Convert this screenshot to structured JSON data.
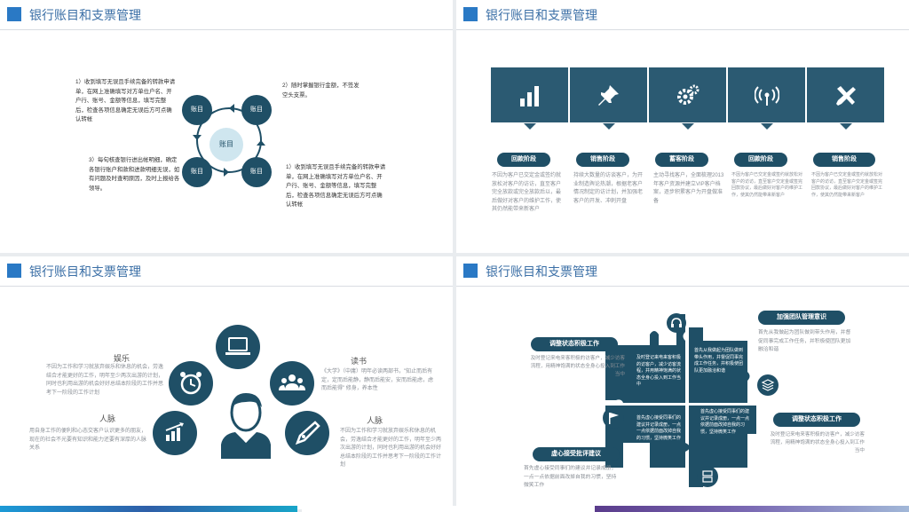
{
  "slide_title": "银行账目和支票管理",
  "s1": {
    "center": "账目",
    "seg_top_left": "账目",
    "seg_top_right": "账目",
    "seg_bottom_left": "账目",
    "seg_bottom_right": "账目",
    "text_tl": "1）收到填写无误且手续完备的转款申请单，在网上准确填写对方单位户名、开户行、账号、金额等信息，填写完整后，检查各项信息确定无误后方可点确认转帐",
    "text_tr": "2）随时掌握银行金额，不签发空头支票。",
    "text_bl": "3）每旬核查银行进出帐明细，确定各银行账户和款和进款明细无误，如有问题及时查明原因，及时上报给各领导。",
    "text_br": "1）收到填写无误且手续完备的转款申请单，在网上准确填写对方单位户名、开户行、账号、金额等信息，填写完整后，检查各项信息确定无误后方可点确认转帐"
  },
  "s2": {
    "icons": [
      "bar-chart-icon",
      "pushpin-icon",
      "gears-icon",
      "wireless-signal-icon",
      "tools-icon"
    ],
    "stages": [
      {
        "label": "回款阶段",
        "text": "不因为客户已交定金或签约就放松对客户的访访，直至客户完全放款或完全放款后以，最后做好对客户的维护工作，使其仍然能带来新客户"
      },
      {
        "label": "销售阶段",
        "text": "持续大数量的访谈客户，为开业制造舆论热潮，根据老客户情况制定的访计划，并加强老客户的开发、冲刺开盘"
      },
      {
        "label": "蓄客阶段",
        "text": "主动寻找客户，全面梳理2013年客户资源并建立VIP客户档案，逐步积累客户为开盘做准备"
      },
      {
        "label": "回款阶段",
        "text": "不因为客户已交定金或签约就放松对客户的访访，直至客户交定金或签完回款协议，最后做好对客户的维护工作，使其仍然能带来新客户"
      },
      {
        "label": "销售阶段",
        "text": "不因为客户已交定金或签约就放松对客户的访访，直至客户交定金或签完回款协议，最后做好对客户的维护工作，使其仍然能带来新客户"
      }
    ]
  },
  "s3": {
    "h_yule": "娱乐",
    "t_yule": "不因为工作和学习就放弃娱乐和休息的机会，劳逸结合才能更好的工作，明年至少两次出游的计划，同时也利用出游的机会好好总结本阶段的工作并思考下一阶段的工作计划",
    "h_dushu": "读书",
    "t_dushu": "《大学》（中庸）明年必读两部书，\"知止而后有定，定而后能静，静而后能安，安而后能虑，虑而后能得\" 修身，养本性",
    "h_renmai1": "人脉",
    "t_renmai1": "用自身工作的便利和心态交客户认识更多的朋友，现在的社会不光要有知识和能力还要有深厚的人脉关系",
    "h_renmai2": "人脉",
    "t_renmai2": "不因为工作和学习就放弃娱乐和休息的机会，劳逸结合才能更好的工作，明年至少两次出游的计划，同时也利用出游的机会好好总结本阶段的工作并思考下一阶段的工作计划"
  },
  "s4": {
    "pill_tl": "调整状态积极工作",
    "text_tl": "及时登记来电来客积极的访客户，减少访客流程，用精神饱满的状态全身心投入到工作当中",
    "pill_tr": "加强团队管理意识",
    "text_tr": "首先从我做起为团队做到带头作用，并督促同事完成工作任务，并积极使团队更加融洽和谐",
    "pill_bl": "虚心接受批评建议",
    "text_bl": "首先虚心接受同事们的建议并记录成册，一点一点依据前面改掉自我的习惯，坚持微笑工作",
    "pill_br": "调整状态积极工作",
    "text_br": "及时登记来电来客积极的访客户，减少访客流程，用精神饱满的状态全身心投入到工作当中",
    "q1": "及时登记来电来客积极的访客户，减少访客流程，并用精神饱满的状态全身心投入到工作当中",
    "q2": "首先从我做起为团队做到带头作用，并督促同事完成工作任务，并积极使团队更加融洽和谐",
    "q3": "首先虚心接受同事们的建议并记录成册，一点一点依据前面改掉自我的习惯，坚持微笑工作",
    "q4": "首先虚心接受同事们的建议并记录成册，一点一点依据前面改掉自我的习惯，坚持微笑工作"
  }
}
